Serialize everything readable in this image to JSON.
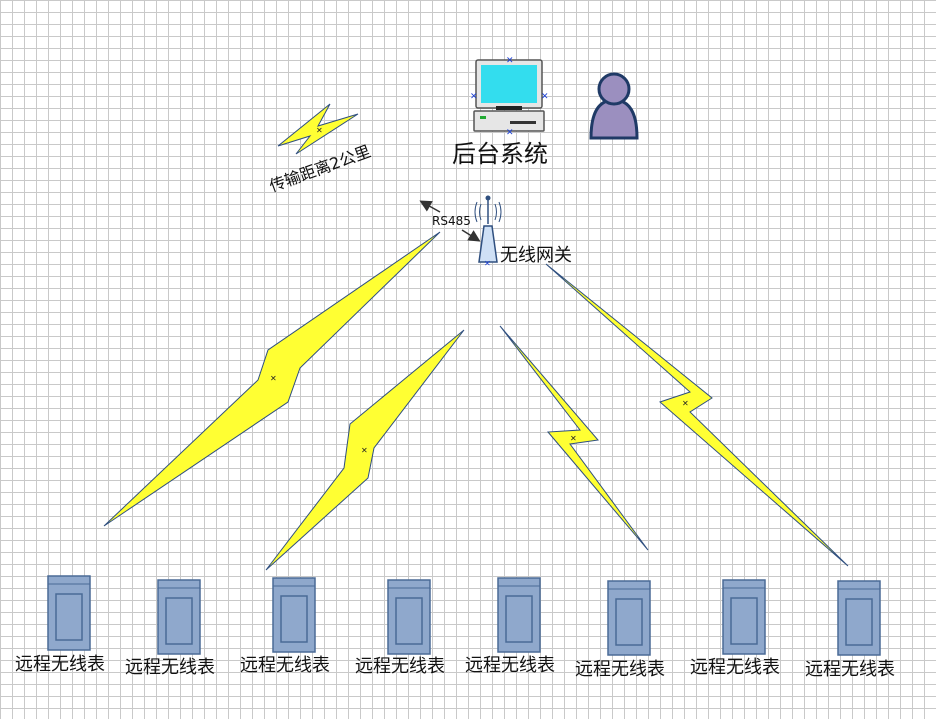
{
  "labels": {
    "backend": "后台系统",
    "distance": "传输距离2公里",
    "rs485": "RS485",
    "gateway": "无线网关"
  },
  "meters": [
    {
      "label": "远程无线表"
    },
    {
      "label": "远程无线表"
    },
    {
      "label": "远程无线表"
    },
    {
      "label": "远程无线表"
    },
    {
      "label": "远程无线表"
    },
    {
      "label": "远程无线表"
    },
    {
      "label": "远程无线表"
    },
    {
      "label": "远程无线表"
    }
  ],
  "colors": {
    "bolt_fill": "#ffff33",
    "bolt_stroke": "#2f4f7f",
    "meter_fill": "#8fa8cc",
    "meter_stroke": "#4a6a96",
    "person_fill": "#9b8fbf",
    "person_stroke": "#1f3a66",
    "screen": "#33ddee"
  }
}
